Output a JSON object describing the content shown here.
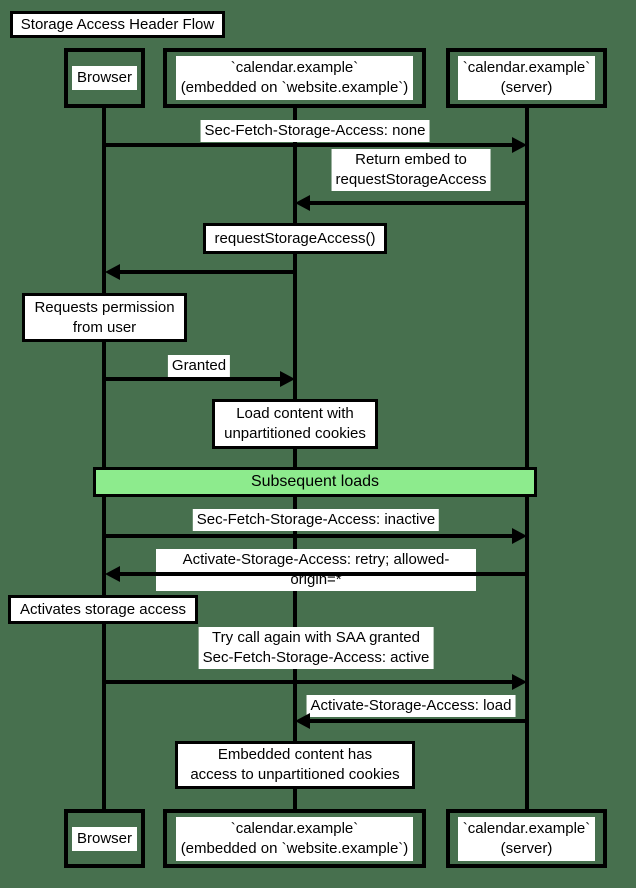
{
  "title": "Storage Access Header Flow",
  "colors": {
    "background": "#47704E",
    "section_fill": "#8DEB8D",
    "stroke": "#000000",
    "text_background": "#FFFFFF"
  },
  "participants": [
    {
      "id": "browser",
      "label": "Browser"
    },
    {
      "id": "embed",
      "label": "`calendar.example`\n(embedded on `website.example`)"
    },
    {
      "id": "server",
      "label": "`calendar.example`\n(server)"
    }
  ],
  "messages": [
    {
      "from": "browser",
      "to": "server",
      "label": "Sec-Fetch-Storage-Access: none"
    },
    {
      "from": "server",
      "to": "embed",
      "label": "Return embed to\nrequestStorageAccess"
    },
    {
      "from": "embed",
      "to": "browser",
      "label": ""
    },
    {
      "from": "browser",
      "to": "embed",
      "label": "Granted"
    },
    {
      "from": "browser",
      "to": "server",
      "label": "Sec-Fetch-Storage-Access: inactive"
    },
    {
      "from": "server",
      "to": "browser",
      "label": "Activate-Storage-Access: retry; allowed-origin=*"
    },
    {
      "from": "browser",
      "to": "server",
      "label": "Try call again with SAA granted\nSec-Fetch-Storage-Access: active"
    },
    {
      "from": "server",
      "to": "embed",
      "label": "Activate-Storage-Access: load"
    }
  ],
  "notes": [
    {
      "over": "embed",
      "label": "requestStorageAccess()"
    },
    {
      "over": "browser",
      "label": "Requests permission\nfrom user"
    },
    {
      "over": "embed",
      "label": "Load content with\nunpartitioned cookies"
    },
    {
      "over": "all",
      "label": "Subsequent loads",
      "style": "green-section"
    },
    {
      "over": "browser",
      "label": "Activates storage access"
    },
    {
      "over": "embed",
      "label": "Embedded content has\naccess to unpartitioned cookies"
    }
  ]
}
